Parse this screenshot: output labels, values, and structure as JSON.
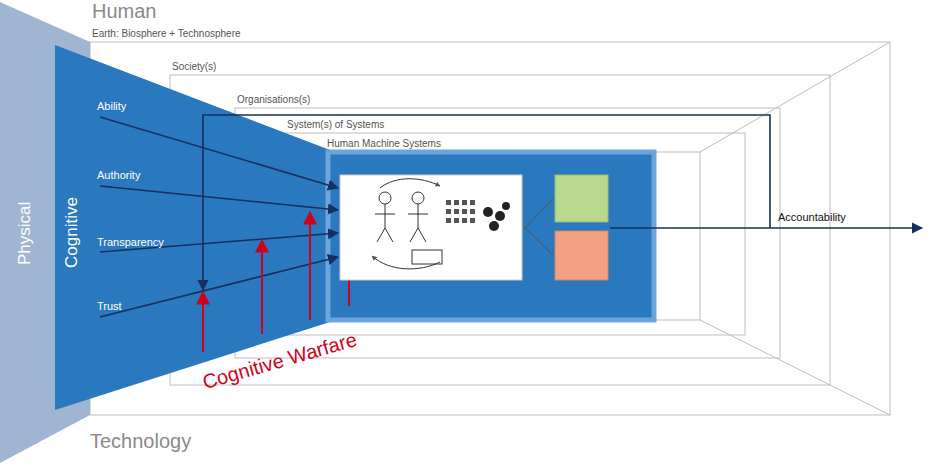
{
  "diagram": {
    "nodes": [
      {
        "text": [
          "Earth: Biosphere + Technosphere"
        ]
      },
      {
        "text": [
          "Society(s)"
        ],
        "in": 0
      },
      {
        "text": [
          "Organisations(s)"
        ],
        "in": 1
      },
      {
        "text": [
          "System(s) of Systems"
        ],
        "in": 2
      },
      {
        "text": [
          "Human Machine Systems"
        ],
        "in": 3
      }
    ],
    "labels": [
      "Human",
      "Technology",
      "Physical",
      "Cognitive",
      "Ability",
      "Authority",
      "Transparency",
      "Trust",
      "Cognitive Warfare",
      "Accountability"
    ]
  }
}
